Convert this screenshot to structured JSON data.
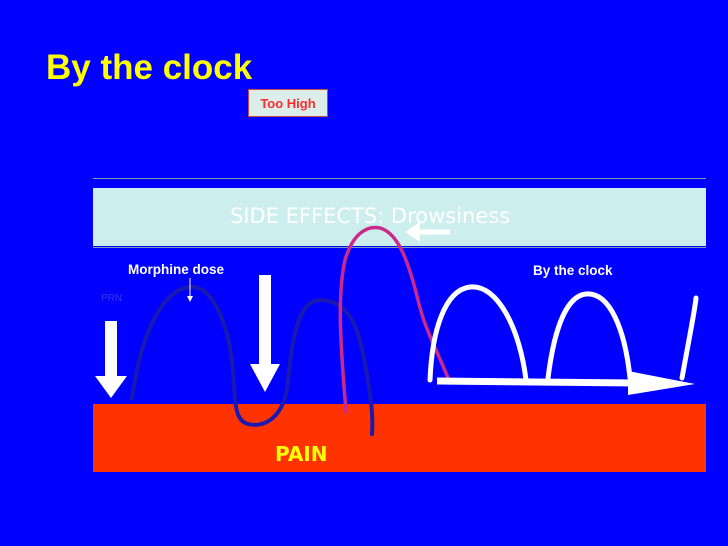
{
  "slide": {
    "title": "By the clock"
  },
  "diagram": {
    "side_effects_label": "SIDE EFFECTS: Drowsiness",
    "pain_label": "PAIN",
    "morphine_dose_label": "Morphine dose",
    "by_the_clock_label": "By the clock",
    "too_high_label": "Too High",
    "prn_label": "PRN"
  },
  "colors": {
    "background": "#0000fe",
    "title": "#ffff00",
    "side_effects_band": "#ccefed",
    "pain_band": "#ff3300",
    "prn_curve": "#1a1ab0",
    "too_high_curve": "#cc2a8a",
    "clock_curve": "#ffffff"
  }
}
